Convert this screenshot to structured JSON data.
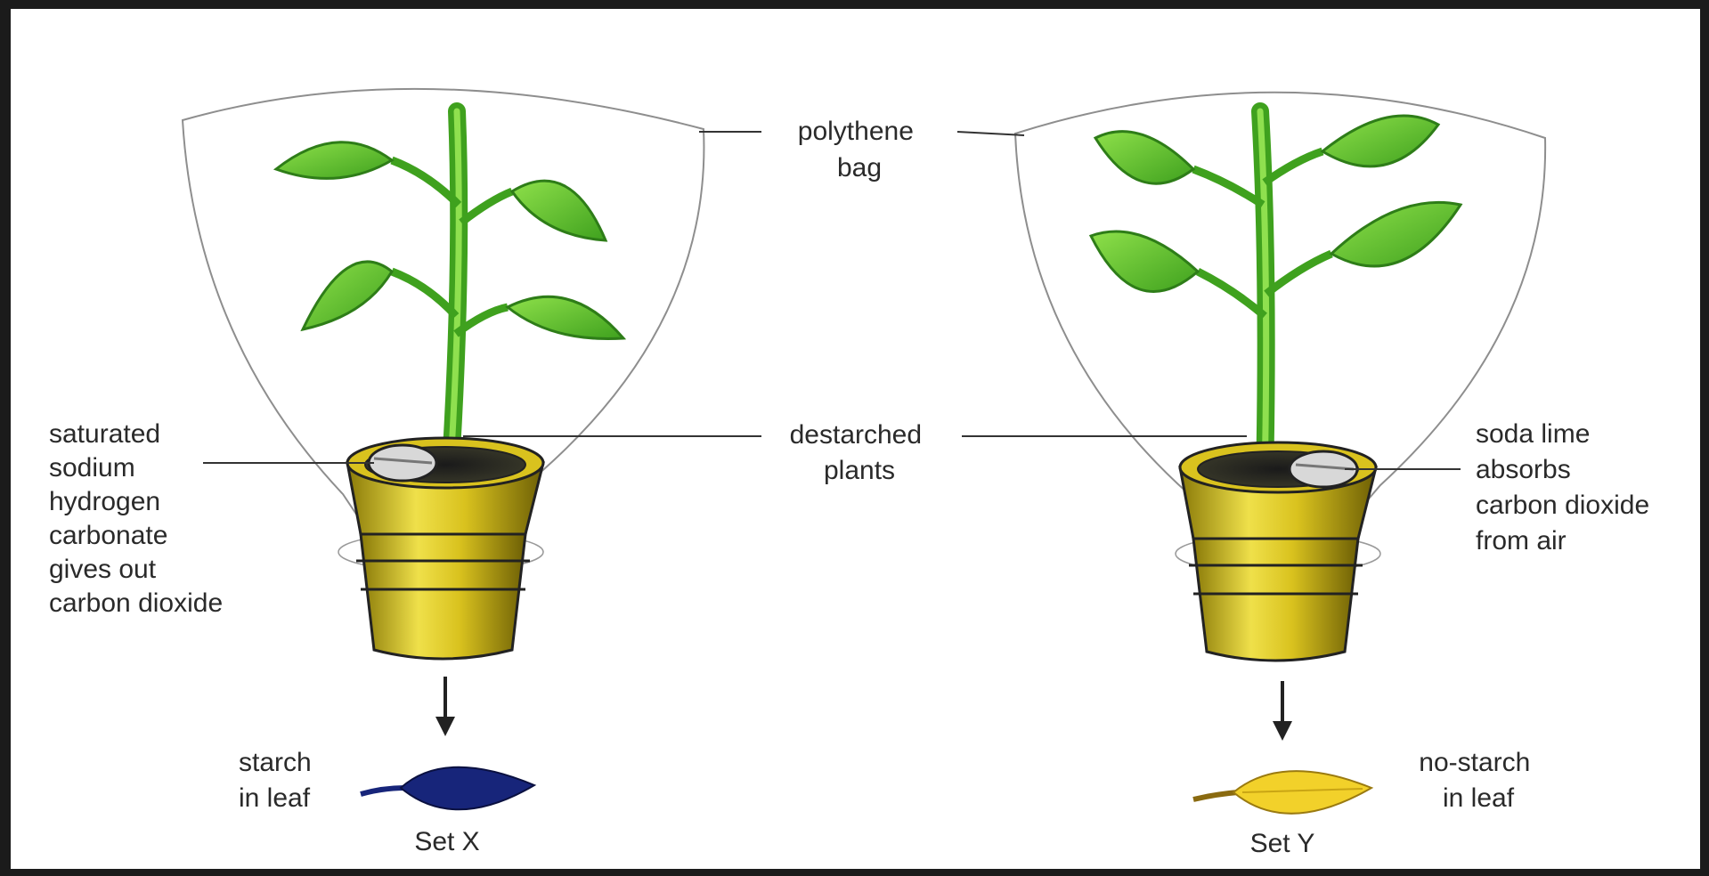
{
  "labels": {
    "polythene_bag": [
      "polythene",
      "bag"
    ],
    "destarched_plants": [
      "destarched",
      "plants"
    ],
    "sodium_hydrogen_carbonate": [
      "saturated",
      "sodium",
      "hydrogen",
      "carbonate",
      "gives out",
      "carbon dioxide"
    ],
    "soda_lime": [
      "soda lime",
      "absorbs",
      "carbon dioxide",
      "from air"
    ],
    "starch_in_leaf": [
      "starch",
      "in leaf"
    ],
    "no_starch_in_leaf": [
      "no-starch",
      "in leaf"
    ],
    "set_x": "Set X",
    "set_y": "Set Y"
  },
  "colors": {
    "leaf_green": "#5cc02a",
    "leaf_dark": "#2e7d18",
    "pot_gold": "#d9c21e",
    "pot_shadow": "#8a7a08",
    "starch_leaf": "#17257a",
    "no_starch_leaf": "#f2d12a"
  },
  "icons": {
    "plant_left": "plant-icon",
    "plant_right": "plant-icon",
    "pot_left": "flower-pot-icon",
    "pot_right": "flower-pot-icon",
    "arrow_left": "down-arrow-icon",
    "arrow_right": "down-arrow-icon",
    "blue_leaf": "leaf-icon",
    "yellow_leaf": "leaf-icon"
  }
}
